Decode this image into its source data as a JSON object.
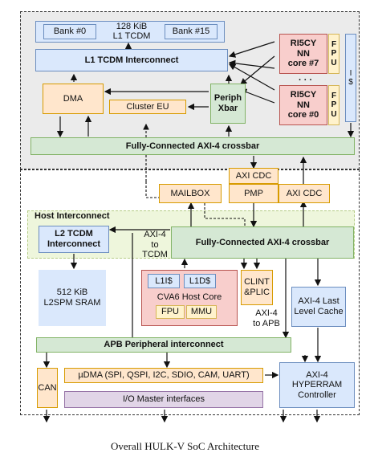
{
  "tcdm": {
    "title": "128 KiB\nL1 TCDM",
    "bank_first": "Bank #0",
    "bank_last": "Bank #15"
  },
  "l1_interconnect": "L1 TCDM Interconnect",
  "dma": "DMA",
  "cluster_eu": "Cluster EU",
  "periph_xbar": "Periph\nXbar",
  "core7": "RI5CY\nNN\ncore #7",
  "core0": "RI5CY\nNN\ncore #0",
  "fpu": "F\nP\nU",
  "icache": "I\n$",
  "ellipsis": "· · ·",
  "cluster_crossbar": "Fully-Connected AXI-4 crossbar",
  "mailbox": "MAILBOX",
  "axi_cdc_top": "AXI CDC",
  "pmp": "PMP",
  "axi_cdc_right": "AXI CDC",
  "host_interconnect_label": "Host Interconnect",
  "l2_interconnect": "L2 TCDM\nInterconnect",
  "axi_to_tcdm": "AXI-4\nto\nTCDM",
  "host_crossbar": "Fully-Connected AXI-4 crossbar",
  "l2spm": "512 KiB\nL2SPM SRAM",
  "l1i": "L1I$",
  "l1d": "L1D$",
  "host_core": "CVA6 Host Core",
  "host_fpu": "FPU",
  "mmu": "MMU",
  "clint": "CLINT\n&PLIC",
  "axi_to_apb": "AXI-4\nto APB",
  "llc": "AXI-4 Last\nLevel Cache",
  "apb": "APB Peripheral interconnect",
  "can": "CAN",
  "udma": "µDMA (SPI, QSPI, I2C, SDIO, CAM, UART)",
  "io_master": "I/O Master interfaces",
  "hyperram": "AXI-4\nHYPERRAM\nController",
  "caption": "Overall HULK-V SoC Architecture",
  "colors": {
    "blue": "#dae8fc",
    "blue_border": "#6c8ebf",
    "green": "#d5e8d4",
    "green_border": "#82b366",
    "orange": "#ffe6cc",
    "orange_border": "#d79b00",
    "red": "#f8cecc",
    "red_border": "#b85450",
    "yellow": "#fff2cc",
    "yellow_border": "#d6b656",
    "purple": "#e1d5e7",
    "purple_border": "#9673a6"
  }
}
